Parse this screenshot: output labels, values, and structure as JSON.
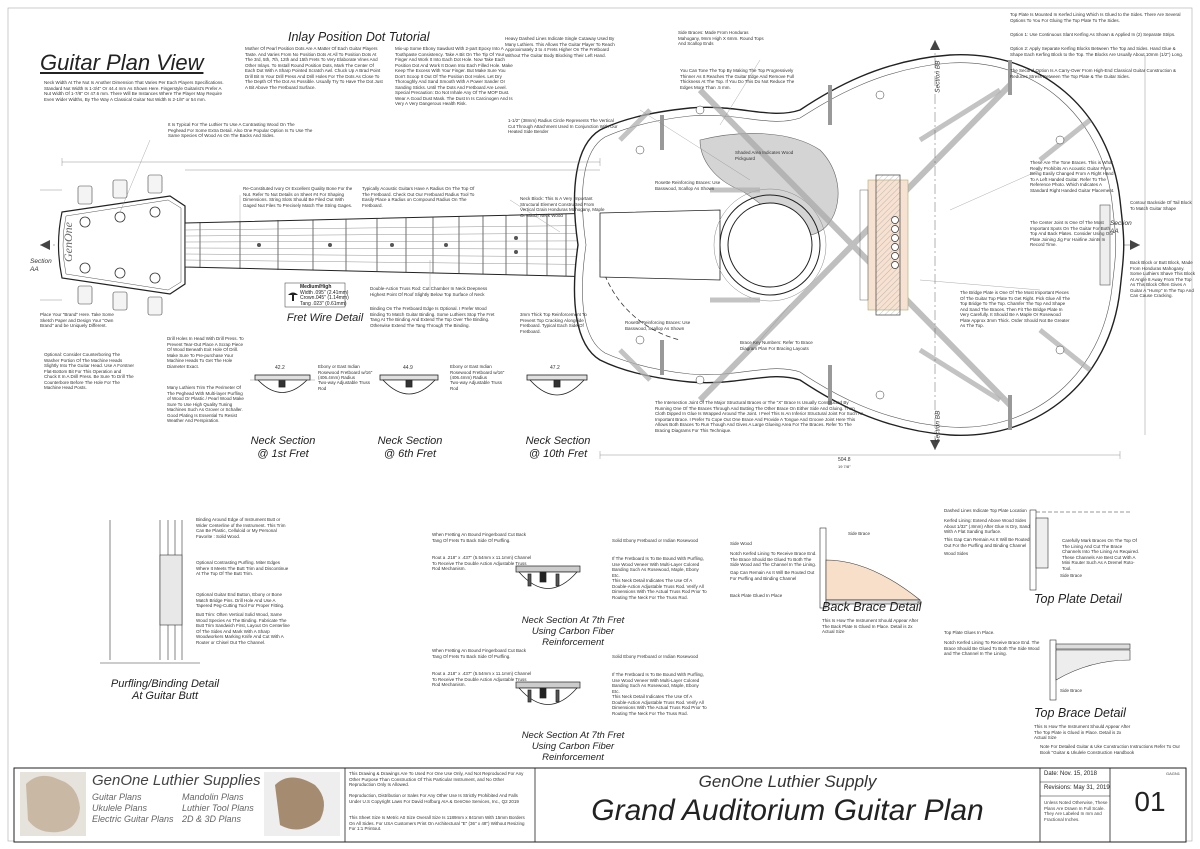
{
  "drawing": {
    "title": "Guitar Plan View",
    "neck_note": "Neck Width At The Nut Is Another Dimension That Varies Per Each Players Specifications. Standard Nut Width Is 1-3/4\" Or 44.4 mm As Shown Here. Fingerstyle Guitarist's Prefer A Nut Width Of 1-7/8\" Or 47.6 mm. There Will Be Instances Where The Player May Require Even Wider Widths, By The Way A Classical Guitar Nut Width Is 2-1/8\" or 54 mm.",
    "inlay_title": "Inlay Position Dot Tutorial",
    "inlay_text_1": "Mother Of Pearl Position Dots Are A Matter Of Each Guitar Players Taste. And Varies From No Position Dots At All To Position Dots At The 3rd, 5th, 7th, 12th and 15th Frets To Very Elaborate Vines And Other Inlays. To Install Round Position Dots, Mark The Center Of Each Dot With A Sharp Pointed Scratch Awl. Chuck Up A Brad Point Drill Bit In Your Drill Press And Drill Holes For The Dots As Close To The Depth Of The Dot As Possible. Usually Try To Have The Dot Just A Bit Above The Fretboard Surface.",
    "inlay_text_2": "Mix-up Some Ebony Sawdust With 2-part Epoxy Into A Toothpaste Consistency. Take A Bit On The Tip Of Your Finger And Work It Into Each Dot Hole. Now Take Each Position Dot And Work It Down Into Each Filled Hole. Make Keep The Excess With Your Finger. But Make Sure You Don't Scoop It Out Of The Position Dot Holes. Let Dry Thoroughly And Sand Smooth With A Power Sander Or Sanding Sticks. Until The Dots And Fretboard Are Level. Special Precaution: Do Not Inhale Any Of The MOP Dust. Wear A Good Dust Mask. The Dust In Is Carcinogen And Is Very A Very Dangerous Health Risk.",
    "tuners_note": "It Is Typical For The Luthier To Use A Contrasting Wood On The Peghead For Some Extra Detail. Also One Popular Option Is To Use The Same Species Of Wood As On The Backs And Sides.",
    "relief_note": "Re-Constituted Ivory Or Excellent Quality Bone For the Nut. Refer To Nut Details on Sheet #4 For Shaping Dimensions. String Slots Should Be Filed Out With Gaged Nut Files To Precisely Match The String Gages.",
    "fret_wire_title": "Fret Wire Detail",
    "fret_wire": {
      "heading": "Medium/High",
      "width": "Width .095\" (2.41mm)",
      "crown": "Crown.045\" (1.14mm)",
      "tang": "Tang .023\" (0.61mm)"
    },
    "radius_note": "Typically Acoustic Guitars Have A Radius On The Top Of The Fretboard. Check Out Our Fretboard Radius Tool To Easily Place a Radius on Compound Radius On The Fretboard.",
    "hidden_lines_note": "Heavy Dashed Lines Indicate Single Cutaway Used By Many Luthiers. This Allows The Guitar Player To Reach Approximately 3 to 4 Frets Higher On The Fretboard Without The Guitar Body Blocking Their Left Hand.",
    "side_brace_note": "Side Braces: Made From Honduras Mahogany, 9mm High X 6mm. Round Tops And Scallop Ends",
    "tone_tip": "You Can Tone The Top By Making The Top Progressively Thinner As It Reaches The Guitar Edge And Remove Full Thickness At The Top. If You Do This Do Not Reduce The Edges More Than .5 mm.",
    "top_plate_note": "Top Plate Is Mounted In Kerfed Lining Which Is Glued to the Sides. There Are Several Options To You For Gluing The Top Plate To The Sides.",
    "option1": "Option 1: Use Continuous Slant Kerfing As Shown & Applied In (2) Separate Strips.",
    "option2": "Option 2: Apply Separate Kerfing Blocks Between The Top and Sides. Hand Glue & Shape Each Kerfing Block to the Top. The Blocks Are Usually About 10mm (1/2\") Long.",
    "option3": "The Second Option Is A Carry-Over From High-End Classical Guitar Construction & Reduces Stress Between The Top Plate & The Guitar Sides.",
    "pickguard": "Shaded Area Indicates Wood Pickguard",
    "rosette_note": "Rosette Reinforcing Braces: Use Basswood, Scallop As Shown",
    "tone_bars": "These Are The Tone Braces. This is What Really Prohibits An Acoustic Guitar From Being Easily Changed From A Right Hand To A Left Handed Guitar. Refer To The Reference Photo. Which Indicates A Standard Right Handed Guitar Placement.",
    "center_joint": "The Center Joint Is One Of The Most Important Spots On The Guitar For Both Top And Back Plates. Consider Using Our Plate Joining Jig For Hairline Joints In Record Time.",
    "bridge_plate": "The Bridge Plate is One Of The Most Important Pieces Of The Guitar Top Plate To Get Right. Pick Glue All The Top Bridge To The Top. Chamfer The Top And Shape And Sand The Braces. Then Fit The Bridge Plate In Very Carefully. It Should Be A Maple Or Rosewood Plate Approx 3mm Thick. Order Should Not Be Greater As The Top.",
    "tail_block": "Contour Backside Of Tail Block To Match Guitar Shape",
    "back_block": "Back Block or Butt Block, Made From Honduras Mahogany. Some Luthiers Shave This Block At Angle 8 Away From The Top As This Block Often Gives A Guitar A \"Hump\" In The Top And Can Cause Cracking.",
    "x_brace": "The Intersection Joint Of The Major Structural Braces or The \"X\" Brace Is Usually Constructed By Running One Of The Braces Through And Butting The Other Brace On Either Side And Gluing. Then Cloth Dipped In Glue Is Wrapped Around The Joint. I Feel This Is An Inferior Structural Joint For Such An Important Brace. I Prefer To Cope Out One Brace And Provide A Tongue And Groove Joint Here This Allows Both Braces To Run Though And Gives A Large Glueing Area For The Braces. Refer To The Bracing Diagrams For This Technique.",
    "brace_numbers": "Brace Key Numbers: Refer To Brace Diagram Plan For Bracing Layouts",
    "truss_rod": "Double-Action Truss Rod: Cut Chamber In Neck Deepness Highest Point Of Roof Slightly Below Top Surface of Neck",
    "binding_note": "Binding On The Fretboard Edge Is Optional. I Prefer Wood Binding To Match Guitar Binding. Some Luthiers Stop The Fret Tang At The Binding And Extend The Top Over The Binding. Otherwise Extend The Tang Through The Binding.",
    "strip_note": "3mm Thick Top Reinforcement To Prevent Top Cracking Alongside Fretboard. Typical Each Side Of Fretboard.",
    "neck_block": "Neck Block: This Is A Very Important Structural Element Constructed From Vertical Grain Honduras Mahogany, Maple Or Match Neck Wood",
    "rosette_text": "Rosette Reinforcing Braces: Use Basswood, Scallop As Shown",
    "radius_circle": "1-1/2\" (38mm) Radius Circle Represents The Vertical Cut Through Attachment Used In Conjunction With Our Heated Side Bender",
    "peghead_note": "Place Your \"Brand\" Here. Take Some Sketch Paper and Design Your \"Own Brand\" and be Uniquely Different.",
    "optional_note": "Optional: Consider Counterboring The Washer Portion Of The Machine Heads Slightly Into The Guitar Head. Use A Forstner Flat-Bottom Bit For This Operation and Chuck It In A Drill Press. Be Sure To Drill The Counterbore Before The Hole For The Machine Head Posts.",
    "drill_note": "Drill Holes In Head With Drill Press. To Prevent Tear-Out Place A Scrap Piece Of Wood Beneath Exit Hole Of Drill. Make Sure To Pre-purchase Your Machine Heads To Get The Hole Diameter Exact.",
    "many_luthiers": "Many Luthiers Trim The Perimeter Of The Peghead With Multi-layer Purfling of Wood Or Plastic / Pearl Wood Make Sure To Use High Quality Tuning Machines Such As Grover or Schaller. Good Plating Is Essential To Resist Weather And Perspiration.",
    "neck1_title": "Neck Section",
    "neck1_sub": "@ 1st Fret",
    "neck6_title": "Neck Section",
    "neck6_sub": "@ 6th Fret",
    "neck10_title": "Neck Section",
    "neck10_sub": "@ 10th Fret",
    "ebony_note": "Ebony or East Indian Rosewood Fretboard w/16\" (406.4mm) Radius",
    "truss_note": "Two-way Adjustable Truss Rod",
    "section_aa": "Section AA",
    "section_bb": "Section BB",
    "fret_dims": [
      "42.2",
      "44.9",
      "47.2"
    ],
    "purfling_title": "Purfling/Binding Detail",
    "purfling_sub": "At Guitar Butt",
    "purfling_note_1": "Binding Around Edge of Instrument Butt or Wider Centerline of the Instrument. This Trim Can Be Plastic, Celluloid or My Personal Favorite : Solid Wood.",
    "purfling_note_2": "Optional Contrasting Purfling. Miter Edges Where It Meets The Butt Trim and Discontinue At The Top Of The Butt Trim.",
    "purfling_note_3": "Optional Guitar End Button, Ebony or Bone Match Bridge Pins. Drill Hole And Use A Tapered Peg-Cutting Tool For Proper Fitting.",
    "purfling_note_4": "Butt Trim: Often Vertical Solid Wood, Same Wood Species As The Binding. Fabricate The Butt Trim Sandwich First, Layout On Centerline Of The Sides And Mark With A Sharp Woodworkers Marking Knife And Cut With A Router or Chisel Out The Channel.",
    "carbon_title_1": "Neck Section At 7th Fret",
    "carbon_sub_1": "Using Carbon Fiber",
    "carbon_sub2_1": "Reinforcement",
    "carbon_title_2": "Neck Section At 7th Fret",
    "carbon_sub_2": "Using Carbon Fiber",
    "carbon_sub2_2": "Reinforcement",
    "carbon_note_a": "When Fretting An Bound Fingerboard Cut Back Tang Of Frets To Back Side Of Purfling.",
    "carbon_note_b": "Rout a .218\" x .437\" (5.54mm x 11.1mm) Channel To Receive The Double Action Adjustable Truss Rod Mechanism.",
    "carbon_note_c": "Solid Ebony Fretboard or Indian Rosewood",
    "carbon_note_d": "If The Fretboard Is To Be Bound With Purfling, Use Wood Veneer With Multi-Layer Colored Banding Such As Rosewood, Maple, Ebony Etc.",
    "carbon_note_e": "This Neck Detail Indicates The Use Of A Double-Action Adjustable Truss Rod. Verify All Dimensions With The Actual Truss Rod Prior To Routing The Neck For The Truss Rod.",
    "back_brace_title": "Back Brace Detail",
    "back_brace_note": "This Is How The Instrument Should Appear After The Back Plate Is Glued In Place. Detail is 2x Actual Size",
    "back_brace_a": "Side Brace",
    "back_brace_b": "Side Wood",
    "back_brace_c": "Notch Kerfed Lining To Receive Brace End. The Brace Should Be Glued To Both The Side Wood and The Channel In The Lining.",
    "back_brace_d": "Gap Can Remain As It Will Be Routed Out For Purfling and Binding Channel",
    "back_brace_e": "Back Plate Glued In Place",
    "top_plate_title": "Top Plate Detail",
    "top_plate_a": "Dashed Lines Indicate Top Plate Location",
    "top_plate_b": "Kerfed Lining: Extend Above Wood Sides About 1/32\" (.8mm) After Glue Is Dry, Sand With A Flat Sanding Surface.",
    "top_plate_c": "This Gap Can Remain As It Will Be Routed Out For the Purfling and Binding Channel",
    "top_plate_d": "Wood Sides",
    "top_plate_e": "Carefully Mark Braces On The Top Of The Lining And Cut The Brace Channels Into The Lining As Required. These Channels Are Best Cut With A Mini Router Such As A Dremel Roto-Tool.",
    "top_plate_f": "Side Brace",
    "top_brace_title": "Top Brace Detail",
    "top_brace_a": "Top Plate Glues In Place.",
    "top_brace_b": "Notch Kerfed Lining To Receive Brace End. The Brace Should Be Glued To Both The Side Wood and The Channel In The Lining.",
    "top_brace_c": "Side Brace",
    "top_brace_note": "This Is How The Instrument Should Appear After The Top Plate is Glued in Place. Detail is 2x Actual Size",
    "bottom_note": "Note For Detailed Guitar & Uke Construction Instructions Refer To Our Book \"Guitar & Ukulele Construction Handbook",
    "body_dim": "504.8",
    "body_dim_in": "19 7/8\""
  },
  "title_block": {
    "brand": "GenOne Luthier Supplies",
    "links_col1": [
      "Guitar Plans",
      "Ukulele Plans",
      "Electric Guitar Plans"
    ],
    "links_col2": [
      "Mandolin Plans",
      "Luthier Tool Plans",
      "2D & 3D Plans"
    ],
    "legal_1": "This Drawing & Drawings Are To Used For One Use Only, And Not Reproduced For Any Other Purpose Than Construction Of This Particular Instrument, and No Other Reproduction Only Is Allowed.",
    "legal_2": "Reproduction, Distribution or Sales For Any Other Use Is Strictly Prohibited And Falls Under U.S Copyright Laws For David Hofburg AIA & GenOne Services, Inc., Q2 2019",
    "legal_3": "This Sheet Size Is Metric A0 Size Overall Size Is 1189mm x 841mm With 15mm Borders On All Sides. For USA Customers Print On Architectural \"E\" (36\" x 48\") Without Resizing For 1:1 Printout.",
    "company": "GenOne Luthier Supply",
    "plan_title": "Grand Auditorium Guitar Plan",
    "date": "Date: Nov. 15, 2018",
    "revision": "Revisions: May 31, 2019",
    "drawn": "GAGN1",
    "notes": "Unless Noted Otherwise, These Plans Are Drawn In Full Scale. They Are Labeled In mm and Fractional Inches.",
    "sheet_no": "01"
  }
}
